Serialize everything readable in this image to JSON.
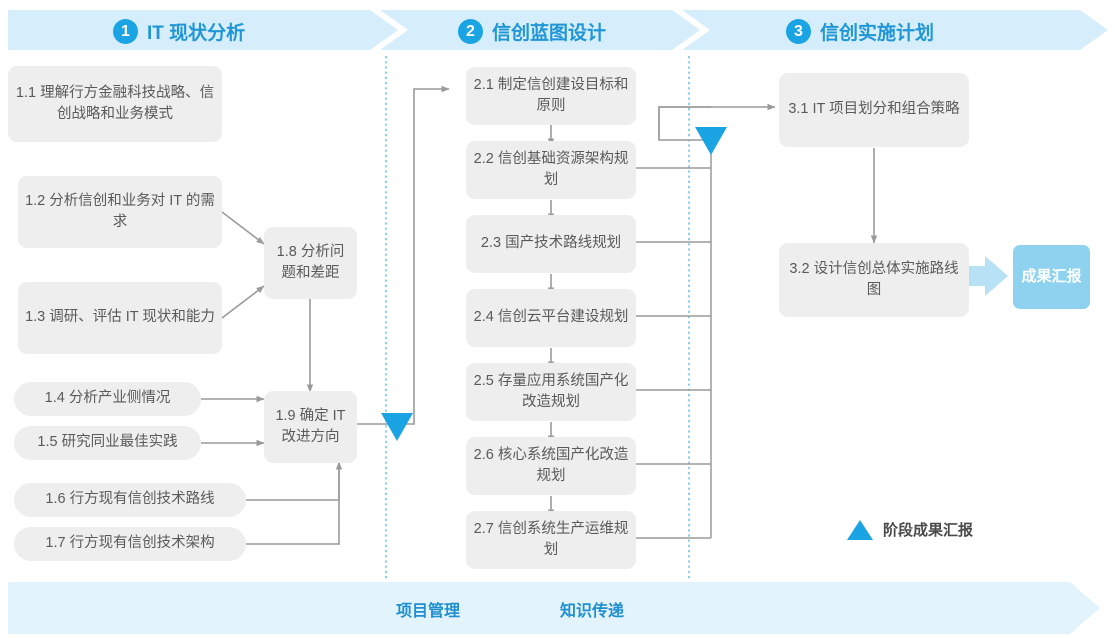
{
  "colors": {
    "accent": "#1ba4e4",
    "banner_fill": "#d6eefb",
    "bottom_bar_fill": "#e2f3fc",
    "box_fill": "#eeeeee",
    "box_text": "#5a5a5a",
    "result_fill": "#8ed2f0",
    "connector": "#9a9a9a",
    "divider": "#6fc5ec"
  },
  "phases": [
    {
      "num": "1",
      "title": "IT 现状分析"
    },
    {
      "num": "2",
      "title": "信创蓝图设计"
    },
    {
      "num": "3",
      "title": "信创实施计划"
    }
  ],
  "phase1_tasks": [
    {
      "id": "1.1",
      "label": "1.1 理解行方金融科技战略、信创战略和业务模式"
    },
    {
      "id": "1.2",
      "label": "1.2 分析信创和业务对 IT 的需求"
    },
    {
      "id": "1.3",
      "label": "1.3 调研、评估 IT 现状和能力"
    },
    {
      "id": "1.4",
      "label": "1.4 分析产业侧情况"
    },
    {
      "id": "1.5",
      "label": "1.5 研究同业最佳实践"
    },
    {
      "id": "1.6",
      "label": "1.6 行方现有信创技术路线"
    },
    {
      "id": "1.7",
      "label": "1.7 行方现有信创技术架构"
    },
    {
      "id": "1.8",
      "label": "1.8 分析问题和差距"
    },
    {
      "id": "1.9",
      "label": "1.9 确定 IT 改进方向"
    }
  ],
  "phase2_tasks": [
    {
      "id": "2.1",
      "label": "2.1 制定信创建设目标和原则"
    },
    {
      "id": "2.2",
      "label": "2.2 信创基础资源架构规划"
    },
    {
      "id": "2.3",
      "label": "2.3 国产技术路线规划"
    },
    {
      "id": "2.4",
      "label": "2.4 信创云平台建设规划"
    },
    {
      "id": "2.5",
      "label": "2.5 存量应用系统国产化改造规划"
    },
    {
      "id": "2.6",
      "label": "2.6 核心系统国产化改造规划"
    },
    {
      "id": "2.7",
      "label": "2.7 信创系统生产运维规划"
    }
  ],
  "phase3_tasks": [
    {
      "id": "3.1",
      "label": "3.1 IT 项目划分和组合策略"
    },
    {
      "id": "3.2",
      "label": "3.2 设计信创总体实施路线图"
    }
  ],
  "result": {
    "label": "成果汇报"
  },
  "legend": {
    "label": "阶段成果汇报",
    "icon": "triangle-up-icon"
  },
  "bottom_bar": {
    "labels": [
      "项目管理",
      "知识传递"
    ]
  }
}
